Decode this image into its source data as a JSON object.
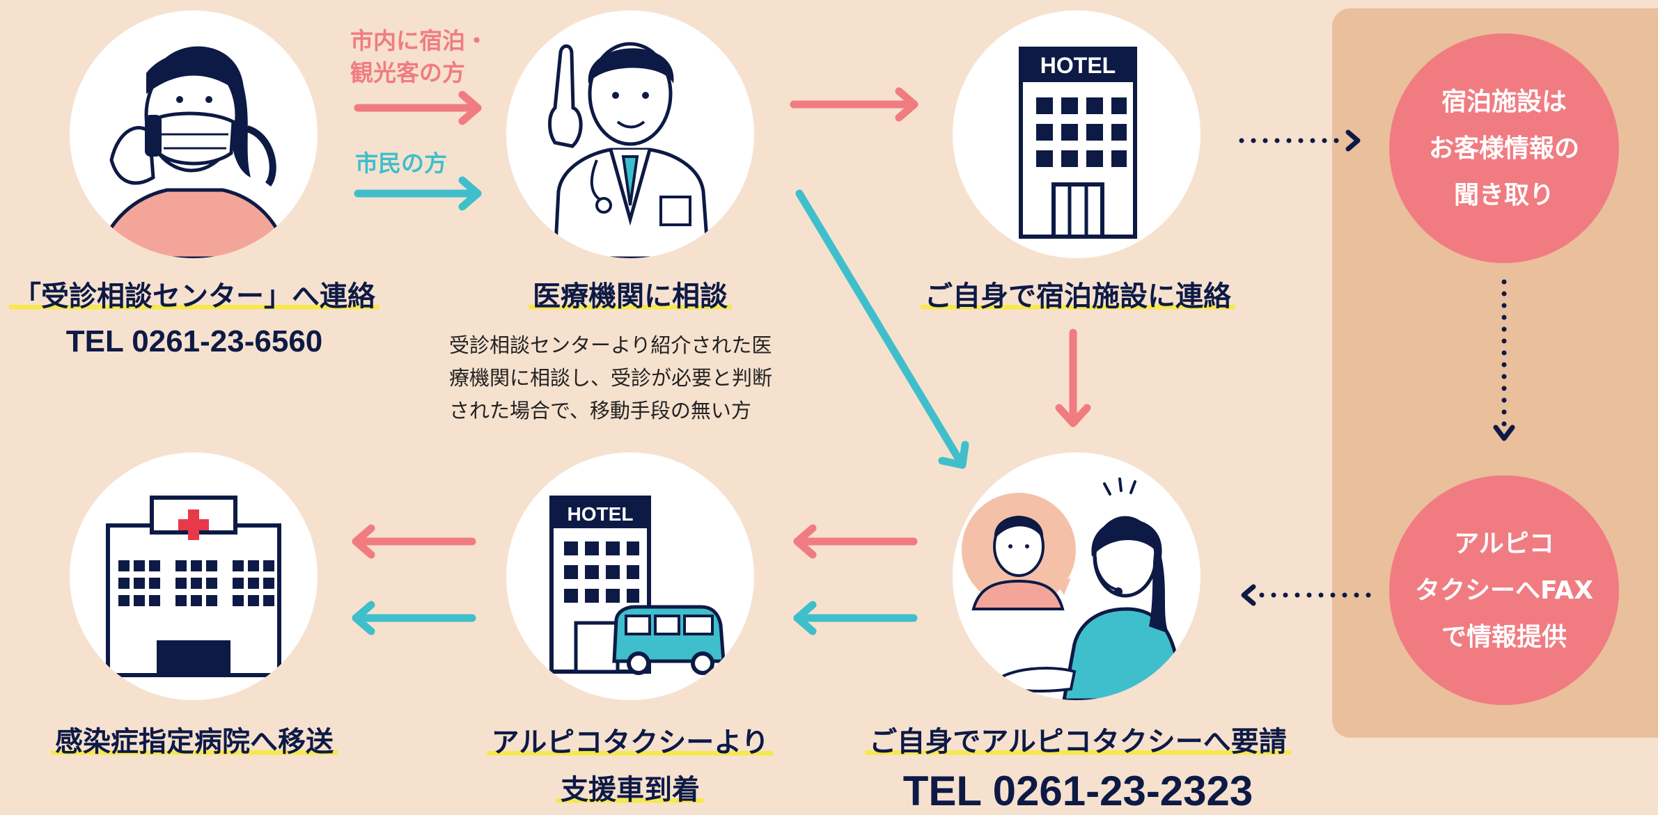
{
  "colors": {
    "background": "#f6e1cf",
    "side_panel": "#eabf9c",
    "pink": "#f07c82",
    "teal": "#3fbfcb",
    "navy": "#0d1a45",
    "highlight": "#f7e84c"
  },
  "steps": {
    "call_center": {
      "label": "「受診相談センター」へ連絡",
      "tel": "TEL 0261-23-6560",
      "icon": "woman-phone-mask-icon"
    },
    "consult_doctor": {
      "label": "医療機関に相談",
      "icon": "doctor-icon",
      "description": [
        "受診相談センターより紹介された医",
        "療機関に相談し、受診が必要と判断",
        "された場合で、移動手段の無い方"
      ]
    },
    "contact_hotel": {
      "label": "ご自身で宿泊施設に連絡",
      "icon": "hotel-building-icon",
      "sign": "HOTEL"
    },
    "request_taxi": {
      "label": "ご自身でアルピコタクシーへ要請",
      "tel": "TEL 0261-23-2323",
      "icon": "taxi-operator-icon"
    },
    "vehicle_arrival": {
      "label_lines": [
        "アルピコタクシーより",
        "支援車到着"
      ],
      "icon": "hotel-with-van-icon",
      "sign": "HOTEL"
    },
    "hospital_transfer": {
      "label": "感染症指定病院へ移送",
      "icon": "hospital-icon"
    }
  },
  "route_labels": {
    "tourist": [
      "市内に宿泊・",
      "観光客の方"
    ],
    "resident": [
      "市民の方"
    ]
  },
  "side_panel": {
    "hearing": [
      "宿泊施設は",
      "お客様情報の",
      "聞き取り"
    ],
    "fax": [
      "アルピコ",
      "タクシーへFAX",
      "で情報提供"
    ]
  }
}
